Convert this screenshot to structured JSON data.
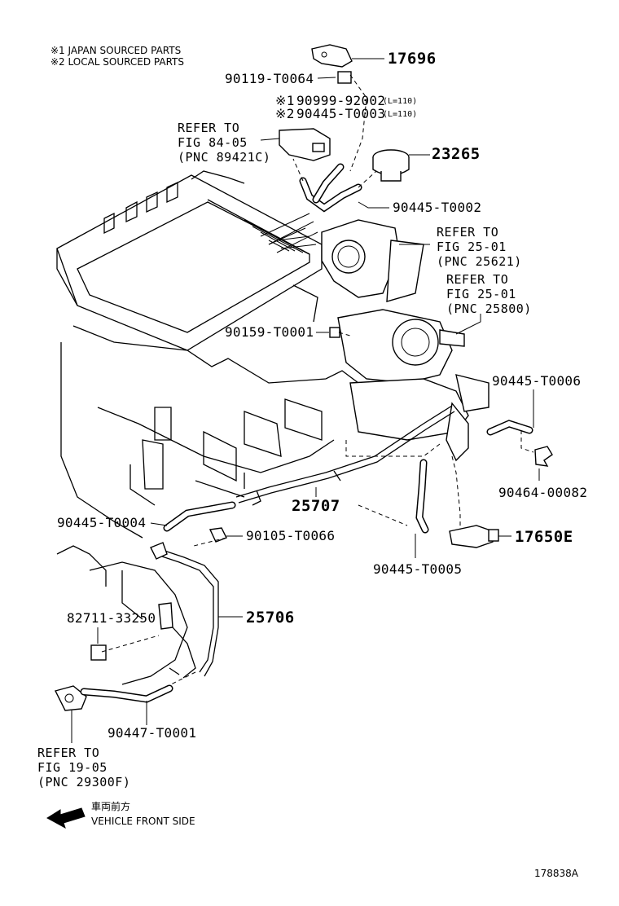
{
  "notes": {
    "note1": "※1 JAPAN SOURCED PARTS",
    "note2": "※2 LOCAL SOURCED PARTS"
  },
  "callouts": {
    "p17696": "17696",
    "p90119": "90119-T0064",
    "p90999_mark": "※1",
    "p90999": "90999-92002",
    "p90999_len": "(L=110)",
    "p90445_t0003_mark": "※2",
    "p90445_t0003": "90445-T0003",
    "p90445_t0003_len": "(L=110)",
    "p23265": "23265",
    "p90445_t0002": "90445-T0002",
    "p90159": "90159-T0001",
    "p90445_t0006": "90445-T0006",
    "p90464": "90464-00082",
    "p25707": "25707",
    "p90445_t0004": "90445-T0004",
    "p90105": "90105-T0066",
    "p17650e": "17650E",
    "p90445_t0005": "90445-T0005",
    "p82711": "82711-33250",
    "p25706": "25706",
    "p90447": "90447-T0001"
  },
  "refs": {
    "ref_84_line1": "REFER TO",
    "ref_84_line2": "FIG 84-05",
    "ref_84_line3": "(PNC 89421C)",
    "ref_25621_line1": "REFER TO",
    "ref_25621_line2": "FIG 25-01",
    "ref_25621_line3": "(PNC 25621)",
    "ref_25800_line1": "REFER TO",
    "ref_25800_line2": "FIG 25-01",
    "ref_25800_line3": "(PNC 25800)",
    "ref_19_line1": "REFER TO",
    "ref_19_line2": "FIG 19-05",
    "ref_19_line3": "(PNC 29300F)"
  },
  "front_indicator": {
    "jp_text": "車両前方",
    "en_text": "VEHICLE FRONT SIDE",
    "icon": "arrow-left-icon"
  },
  "figure_id": "178838A"
}
